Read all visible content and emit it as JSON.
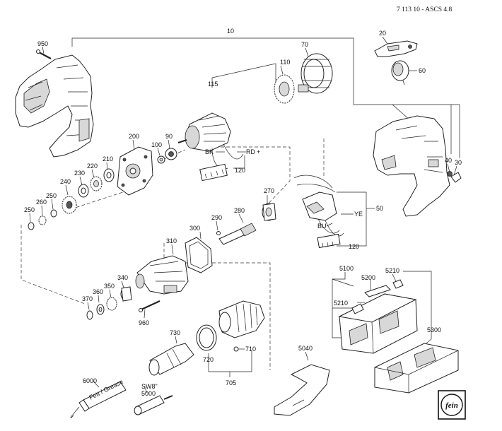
{
  "header": {
    "code": "7 113 10 - ASCS 4.8"
  },
  "parts": [
    {
      "id": "p950",
      "label": "950"
    },
    {
      "id": "p10",
      "label": "10"
    },
    {
      "id": "p20",
      "label": "20"
    },
    {
      "id": "p70",
      "label": "70"
    },
    {
      "id": "p60",
      "label": "60"
    },
    {
      "id": "p110",
      "label": "110"
    },
    {
      "id": "p115",
      "label": "115"
    },
    {
      "id": "p200",
      "label": "200"
    },
    {
      "id": "p90",
      "label": "90"
    },
    {
      "id": "p100",
      "label": "100"
    },
    {
      "id": "p210",
      "label": "210"
    },
    {
      "id": "p220",
      "label": "220"
    },
    {
      "id": "p230",
      "label": "230"
    },
    {
      "id": "p240",
      "label": "240"
    },
    {
      "id": "p250a",
      "label": "250"
    },
    {
      "id": "p260",
      "label": "260"
    },
    {
      "id": "p250b",
      "label": "250"
    },
    {
      "id": "p120a",
      "label": "120"
    },
    {
      "id": "p40",
      "label": "40"
    },
    {
      "id": "p30",
      "label": "30"
    },
    {
      "id": "p270",
      "label": "270"
    },
    {
      "id": "p280",
      "label": "280"
    },
    {
      "id": "p290",
      "label": "290"
    },
    {
      "id": "p300",
      "label": "300"
    },
    {
      "id": "p310",
      "label": "310"
    },
    {
      "id": "p50",
      "label": "50"
    },
    {
      "id": "p120b",
      "label": "120"
    },
    {
      "id": "p340",
      "label": "340"
    },
    {
      "id": "p350",
      "label": "350"
    },
    {
      "id": "p360",
      "label": "360"
    },
    {
      "id": "p370",
      "label": "370"
    },
    {
      "id": "p960",
      "label": "960"
    },
    {
      "id": "p5100",
      "label": "5100"
    },
    {
      "id": "p5200",
      "label": "5200"
    },
    {
      "id": "p5210a",
      "label": "5210"
    },
    {
      "id": "p5210b",
      "label": "5210"
    },
    {
      "id": "p5300",
      "label": "5300"
    },
    {
      "id": "p730",
      "label": "730"
    },
    {
      "id": "p720",
      "label": "720"
    },
    {
      "id": "p710",
      "label": "710"
    },
    {
      "id": "p705",
      "label": "705"
    },
    {
      "id": "p5040",
      "label": "5040"
    },
    {
      "id": "p6000",
      "label": "6000"
    },
    {
      "id": "p5000",
      "label": "5000"
    }
  ],
  "wires": {
    "bk": "BK",
    "rd": "RD",
    "ye": "YE",
    "bu": "BU"
  },
  "tube_text": "Fett / Grease",
  "bit_text": "SW8\"",
  "logo_text": "fein"
}
